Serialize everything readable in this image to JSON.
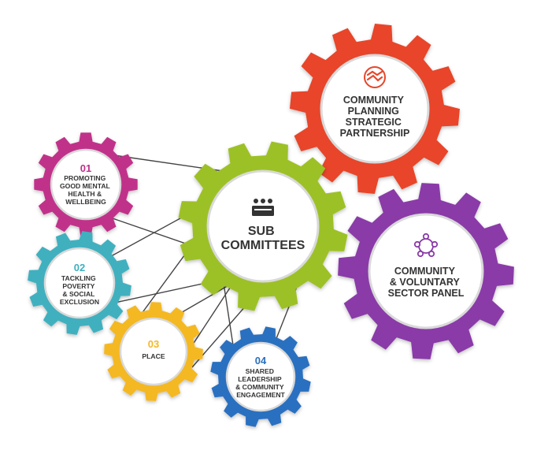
{
  "colors": {
    "csp": "#e8452a",
    "csp_dark": "#c8321c",
    "cvsp": "#8a3aa8",
    "cvsp_dark": "#6e2b8c",
    "sub": "#9cc128",
    "sub_dark": "#86a81e",
    "g01": "#c0308a",
    "g02": "#3fb0bf",
    "g03": "#f4b824",
    "g04": "#2b6fc0",
    "text_dark": "#333333",
    "line": "#444444"
  },
  "icons": {
    "csp": "handshake-icon",
    "cvsp": "network-people-icon",
    "sub": "committee-table-icon"
  },
  "gears": {
    "csp": {
      "lines": [
        "COMMUNITY",
        "PLANNING",
        "STRATEGIC",
        "PARTNERSHIP"
      ]
    },
    "cvsp": {
      "lines": [
        "COMMUNITY",
        "& VOLUNTARY",
        "SECTOR PANEL"
      ]
    },
    "sub": {
      "lines": [
        "SUB",
        "COMMITTEES"
      ]
    },
    "g01": {
      "number": "01",
      "lines": [
        "PROMOTING",
        "GOOD MENTAL",
        "HEALTH &",
        "WELLBEING"
      ]
    },
    "g02": {
      "number": "02",
      "lines": [
        "TACKLING",
        "POVERTY",
        "& SOCIAL",
        "EXCLUSION"
      ]
    },
    "g03": {
      "number": "03",
      "lines": [
        "PLACE"
      ]
    },
    "g04": {
      "number": "04",
      "lines": [
        "SHARED",
        "LEADERSHIP",
        "& COMMUNITY",
        "ENGAGEMENT"
      ]
    }
  }
}
